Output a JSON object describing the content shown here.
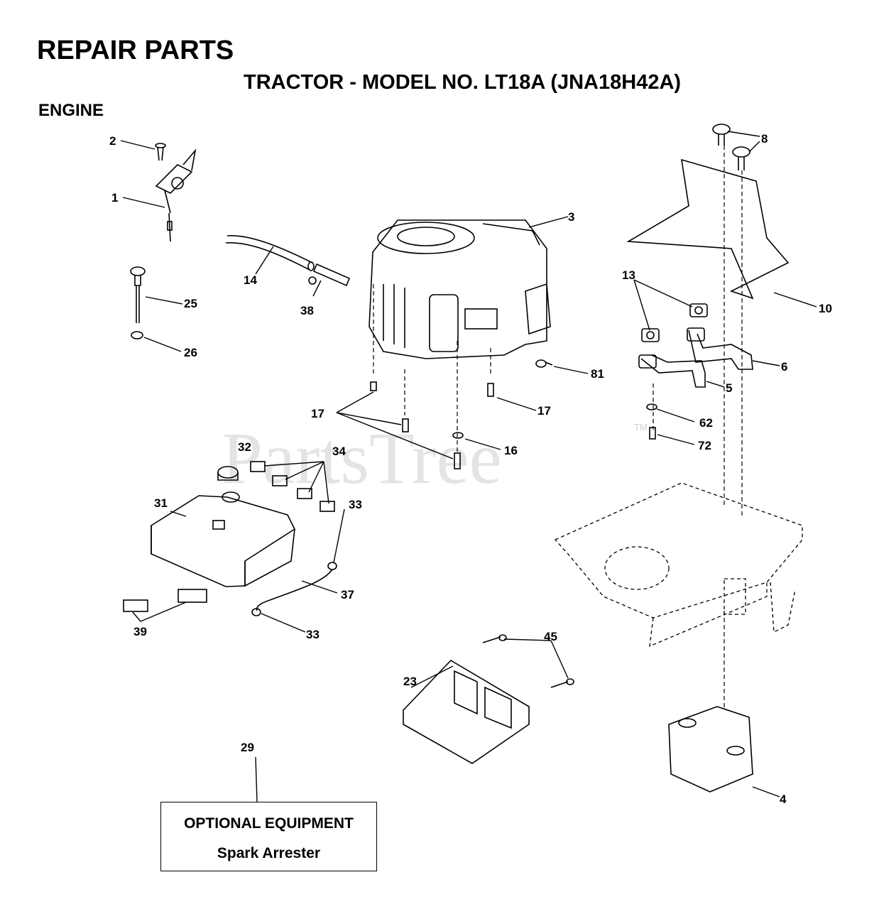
{
  "header": {
    "title": "REPAIR PARTS",
    "model": "TRACTOR - MODEL NO. LT18A (JNA18H42A)",
    "section": "ENGINE"
  },
  "watermark": {
    "text": "PartsTree",
    "trademark": "TM"
  },
  "callouts": {
    "c1": "1",
    "c2": "2",
    "c3": "3",
    "c4": "4",
    "c5": "5",
    "c6": "6",
    "c8": "8",
    "c10": "10",
    "c13": "13",
    "c14": "14",
    "c16": "16",
    "c17a": "17",
    "c17b": "17",
    "c23": "23",
    "c25": "25",
    "c26": "26",
    "c29": "29",
    "c31": "31",
    "c32": "32",
    "c33a": "33",
    "c33b": "33",
    "c34": "34",
    "c37": "37",
    "c38": "38",
    "c39": "39",
    "c45": "45",
    "c62": "62",
    "c72": "72",
    "c81": "81"
  },
  "optional_equipment": {
    "title": "OPTIONAL EQUIPMENT",
    "item": "Spark Arrester"
  }
}
